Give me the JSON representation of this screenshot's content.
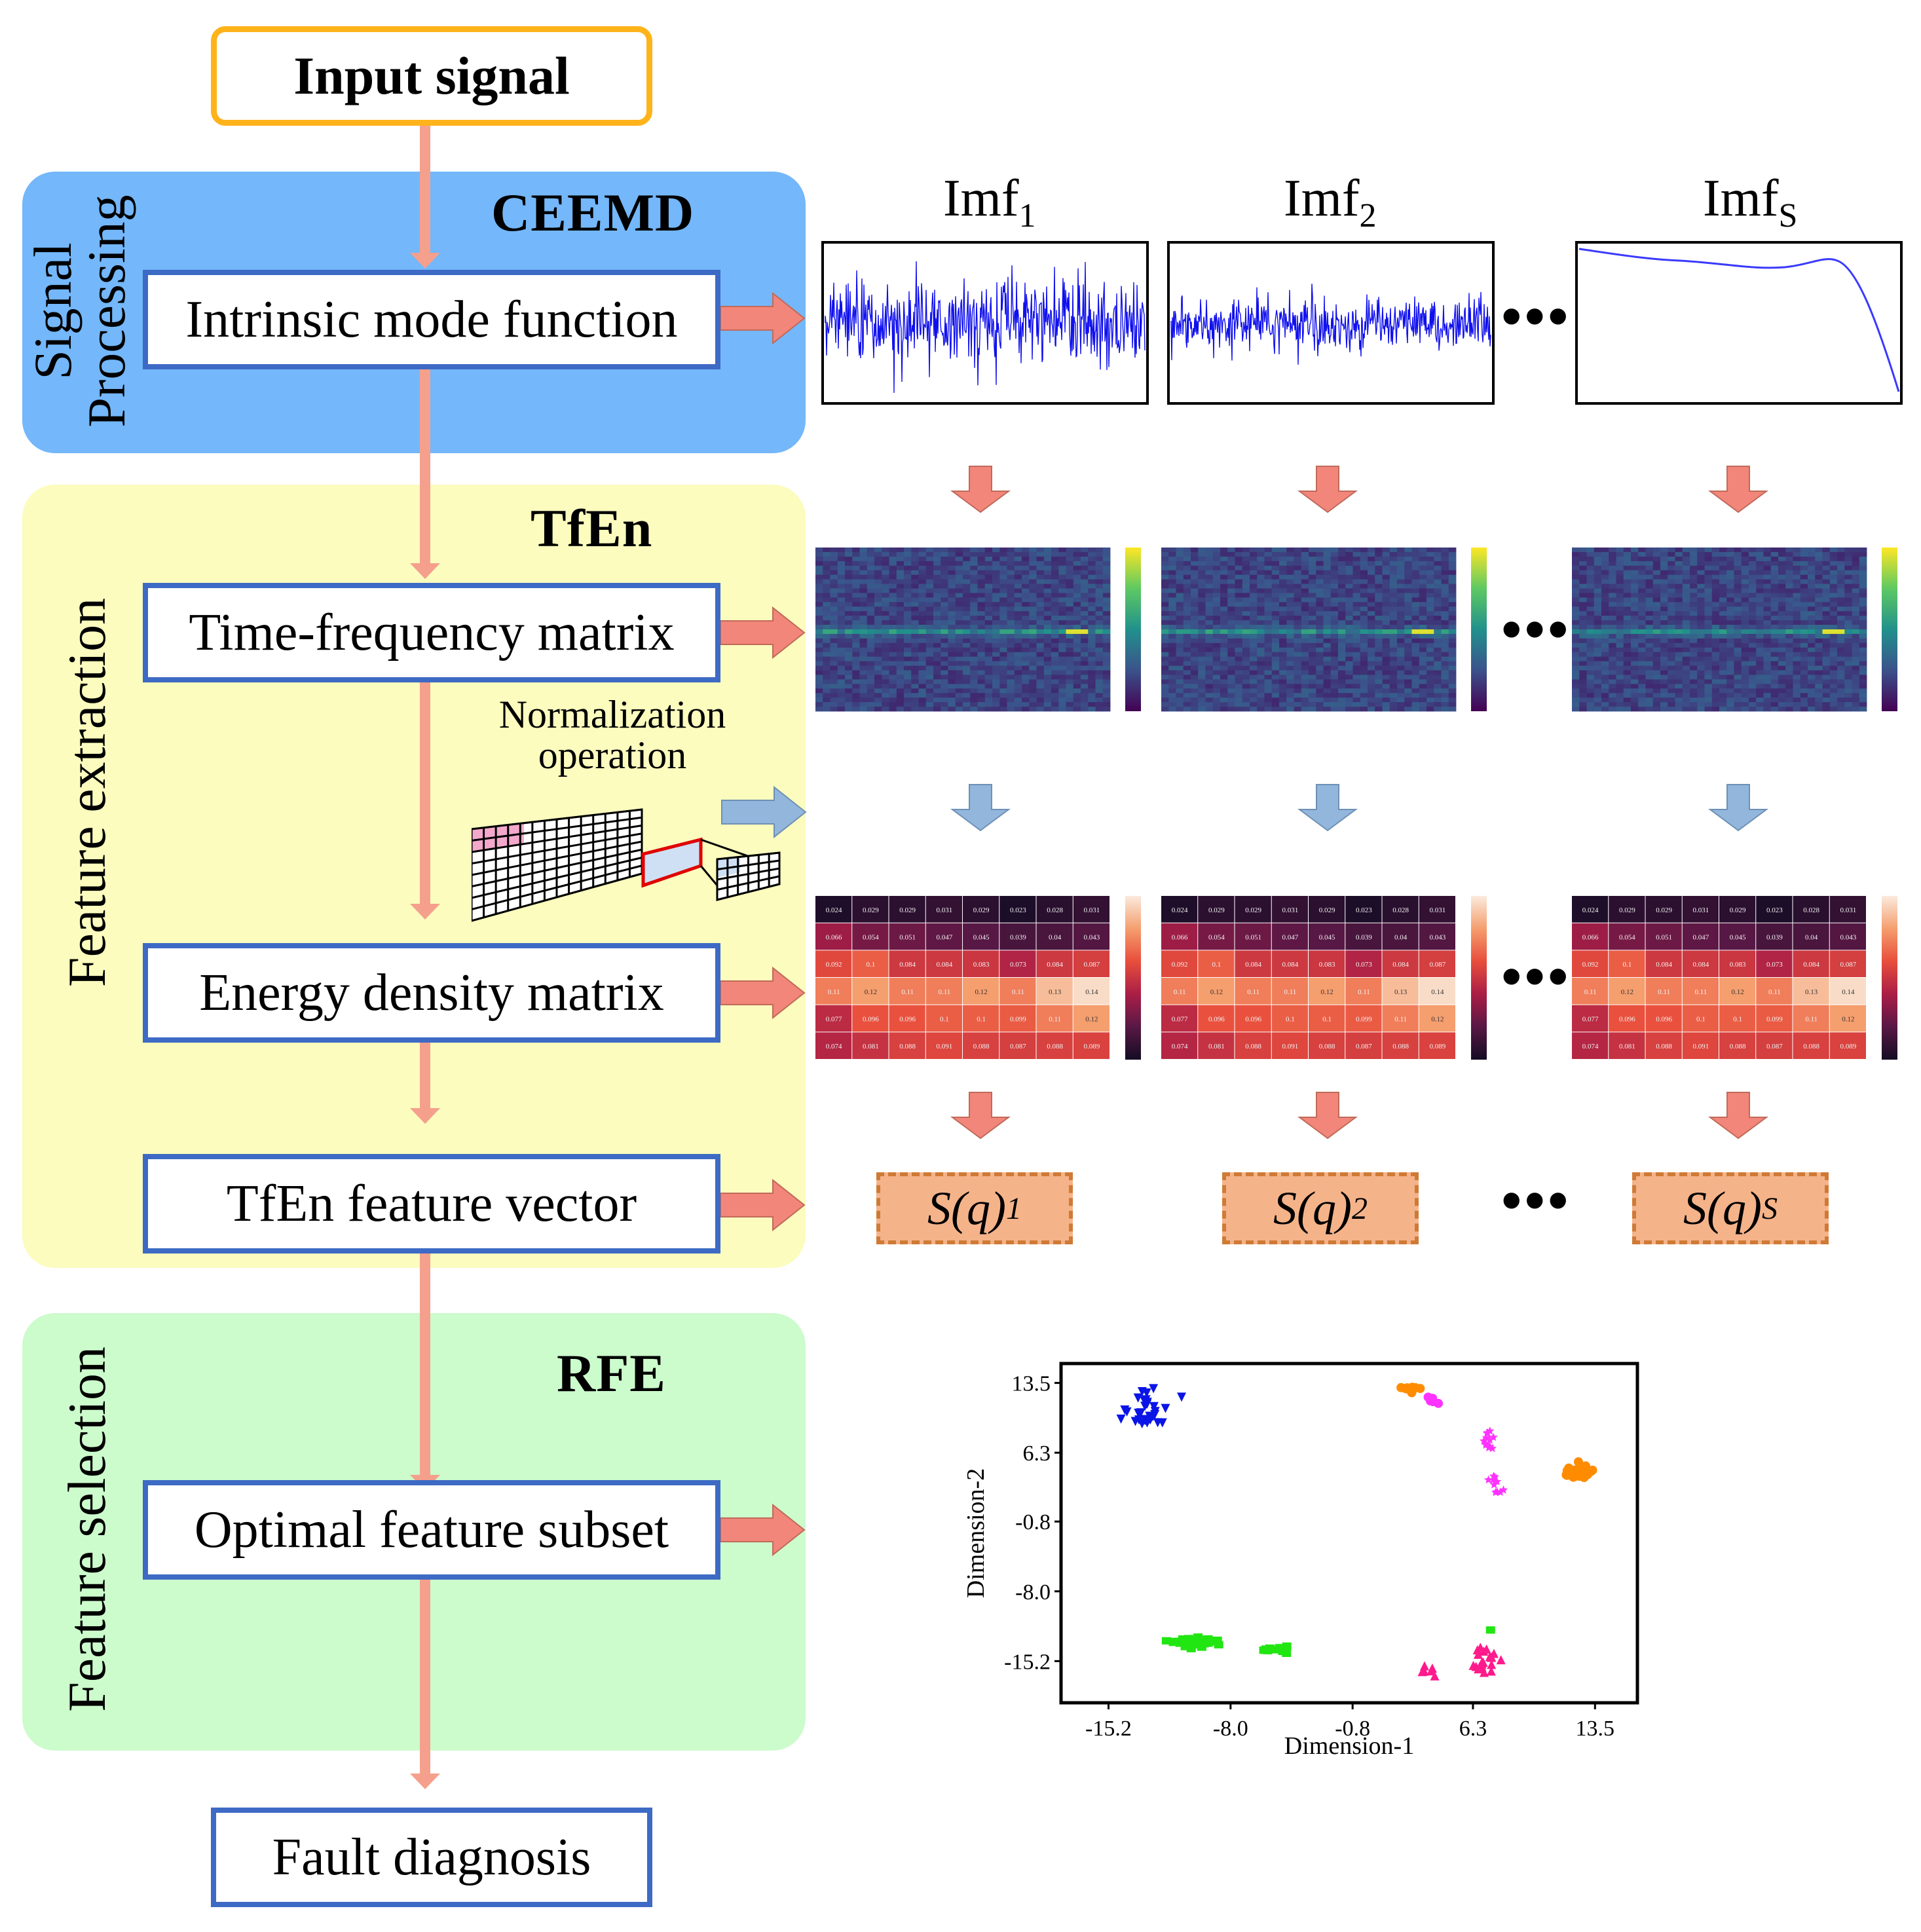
{
  "flow": {
    "input": "Input signal",
    "imf_box": "Intrinsic mode function",
    "tf_box": "Time-frequency matrix",
    "ed_box": "Energy density matrix",
    "fv_box": "TfEn feature vector",
    "ofs_box": "Optimal feature subset",
    "fd_box": "Fault diagnosis"
  },
  "panels": {
    "signal": {
      "title": "CEEMD",
      "side_line1": "Signal",
      "side_line2": "Processing",
      "color": "#74b7fa"
    },
    "feature_extraction": {
      "title": "TfEn",
      "side": "Feature extraction",
      "color": "#fbfcbe"
    },
    "feature_selection": {
      "title": "RFE",
      "side": "Feature selection",
      "color": "#ccfbcc"
    }
  },
  "normalization": {
    "line1": "Normalization",
    "line2": "operation"
  },
  "imfs": [
    {
      "base": "Imf",
      "sub": "1"
    },
    {
      "base": "Imf",
      "sub": "2"
    },
    {
      "base": "Imf",
      "sub": "S"
    }
  ],
  "vectors": [
    {
      "base": "S(q)",
      "sub": "1"
    },
    {
      "base": "S(q)",
      "sub": "2"
    },
    {
      "base": "S(q)",
      "sub": "S"
    }
  ],
  "ellipsis": "•••",
  "heatmap_values": [
    [
      "0.024",
      "0.029",
      "0.029",
      "0.031",
      "0.029",
      "0.023",
      "0.028",
      "0.031"
    ],
    [
      "0.066",
      "0.054",
      "0.051",
      "0.047",
      "0.045",
      "0.039",
      "0.04",
      "0.043"
    ],
    [
      "0.092",
      "0.1",
      "0.084",
      "0.084",
      "0.083",
      "0.073",
      "0.084",
      "0.087"
    ],
    [
      "0.11",
      "0.12",
      "0.11",
      "0.11",
      "0.12",
      "0.11",
      "0.13",
      "0.14"
    ],
    [
      "0.077",
      "0.096",
      "0.096",
      "0.1",
      "0.1",
      "0.099",
      "0.11",
      "0.12"
    ],
    [
      "0.074",
      "0.081",
      "0.088",
      "0.091",
      "0.088",
      "0.087",
      "0.088",
      "0.089"
    ]
  ],
  "colors": {
    "arrow_main": "#f5a08c",
    "arrow_red": "#f2867a",
    "arrow_blue": "#93b6dc",
    "box_border": "#3d6ac4",
    "input_border": "#ffb31a"
  },
  "chart_data": {
    "type": "scatter",
    "xlabel": "Dimension-1",
    "ylabel": "Dimension-2",
    "xlim": [
      -18,
      16
    ],
    "ylim": [
      -19.5,
      15.5
    ],
    "xticks": [
      "-15.2",
      "-8.0",
      "-0.8",
      "6.3",
      "13.5"
    ],
    "yticks": [
      "13.5",
      "6.3",
      "-0.8",
      "-8.0",
      "-15.2"
    ],
    "clusters": [
      {
        "color": "#0a14e6",
        "marker": "triangle-down",
        "cx": -12.8,
        "cy": 10.5,
        "sx": 1.4,
        "sy": 1.6,
        "n": 34
      },
      {
        "color": "#ff8c00",
        "marker": "circle",
        "cx": 2.8,
        "cy": 13.0,
        "sx": 0.5,
        "sy": 0.4,
        "n": 10
      },
      {
        "color": "#ff33ff",
        "marker": "circle",
        "cx": 4.0,
        "cy": 11.6,
        "sx": 0.3,
        "sy": 0.5,
        "n": 5
      },
      {
        "color": "#ff33ff",
        "marker": "star",
        "cx": 7.2,
        "cy": 7.5,
        "sx": 0.3,
        "sy": 1.2,
        "n": 12
      },
      {
        "color": "#ff33ff",
        "marker": "star",
        "cx": 7.5,
        "cy": 3.0,
        "sx": 0.5,
        "sy": 1.0,
        "n": 10
      },
      {
        "color": "#ff8c00",
        "marker": "circle",
        "cx": 12.6,
        "cy": 4.2,
        "sx": 0.9,
        "sy": 1.0,
        "n": 30
      },
      {
        "color": "#22e612",
        "marker": "square",
        "cx": -9.8,
        "cy": -13.3,
        "sx": 1.2,
        "sy": 0.4,
        "n": 42
      },
      {
        "color": "#22e612",
        "marker": "square",
        "cx": -5.5,
        "cy": -14.0,
        "sx": 0.8,
        "sy": 0.3,
        "n": 12
      },
      {
        "color": "#ff1a8c",
        "marker": "triangle-up",
        "cx": 6.9,
        "cy": -15.0,
        "sx": 0.7,
        "sy": 1.4,
        "n": 24
      },
      {
        "color": "#ff1a8c",
        "marker": "triangle-up",
        "cx": 3.8,
        "cy": -16.2,
        "sx": 0.6,
        "sy": 0.5,
        "n": 6
      },
      {
        "color": "#22e612",
        "marker": "square",
        "cx": 7.3,
        "cy": -12.0,
        "sx": 0.1,
        "sy": 0.1,
        "n": 1
      }
    ]
  }
}
